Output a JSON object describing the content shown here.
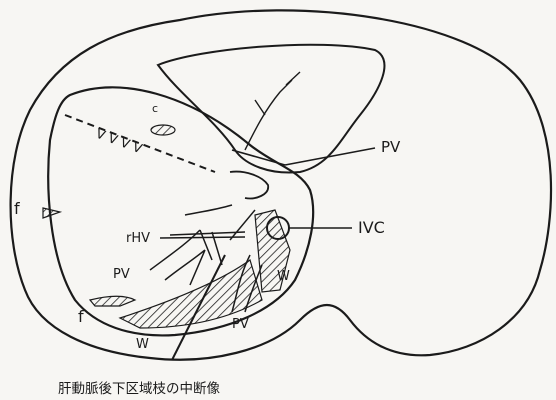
{
  "diagram": {
    "labels": {
      "pv_right": "PV",
      "ivc": "IVC",
      "rhv": "rHV",
      "pv_left": "PV",
      "pv_bottom": "PV",
      "w_right": "W",
      "w_bottom": "W",
      "f_left": "f",
      "f_bottom": "f",
      "v_marks": "V V V V",
      "c_mark": "c"
    },
    "caption": "肝動脈後下区域枝の中断像"
  }
}
